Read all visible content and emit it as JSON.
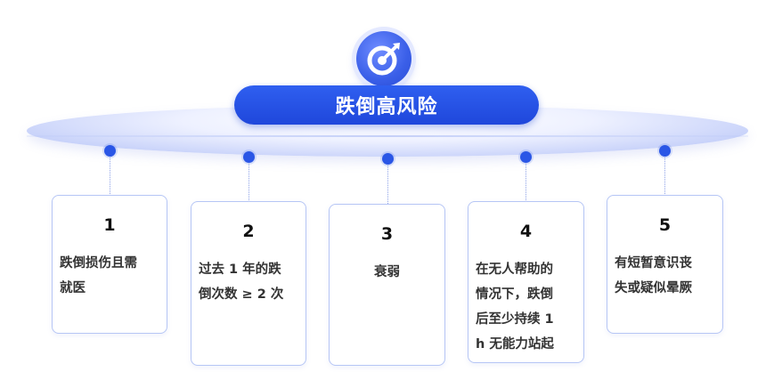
{
  "title": "跌倒高风险",
  "icon": "target-arrow-icon",
  "accent_color": "#2a56e6",
  "items": [
    {
      "num": "1",
      "text": "跌倒损伤且需\n就医"
    },
    {
      "num": "2",
      "text": "过去 1 年的跌\n倒次数 ≥ 2 次"
    },
    {
      "num": "3",
      "text": "衰弱"
    },
    {
      "num": "4",
      "text": "在无人帮助的\n情况下，跌倒\n后至少持续 1\nh 无能力站起"
    },
    {
      "num": "5",
      "text": "有短暂意识丧\n失或疑似晕厥"
    }
  ]
}
